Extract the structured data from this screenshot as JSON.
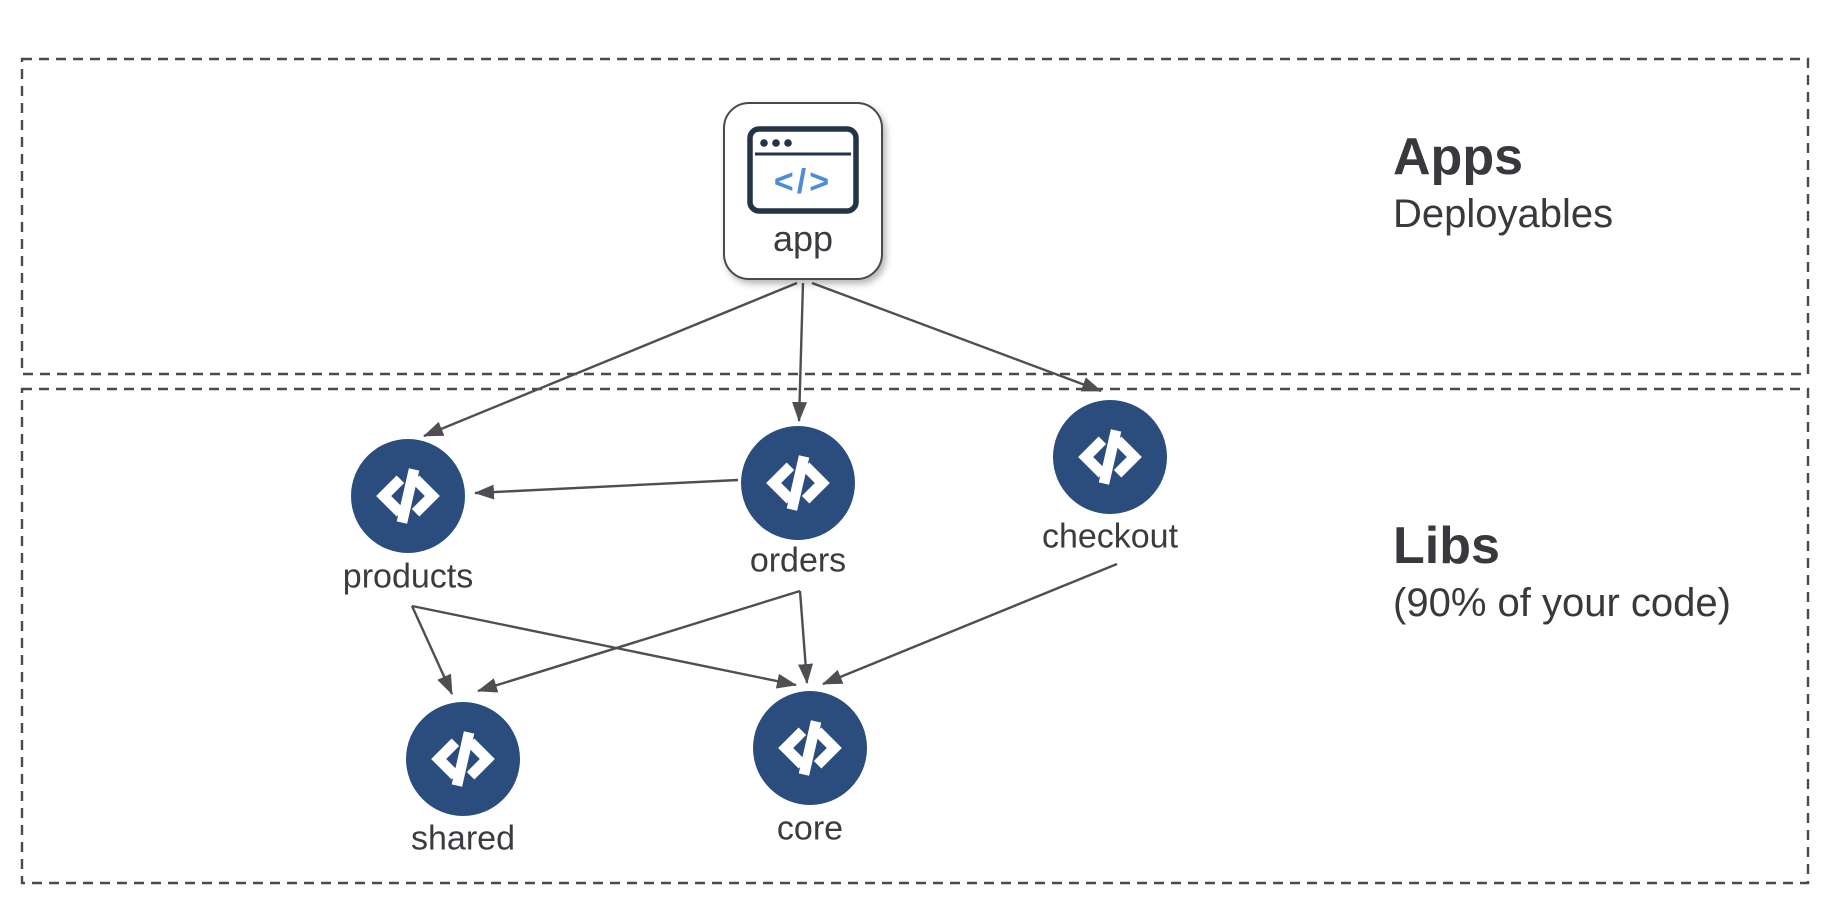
{
  "sections": {
    "apps": {
      "title": "Apps",
      "subtitle": "Deployables"
    },
    "libs": {
      "title": "Libs",
      "subtitle": "(90% of your code)"
    }
  },
  "nodes": {
    "app": {
      "label": "app",
      "type": "application"
    },
    "products": {
      "label": "products",
      "type": "library"
    },
    "orders": {
      "label": "orders",
      "type": "library"
    },
    "checkout": {
      "label": "checkout",
      "type": "library"
    },
    "shared": {
      "label": "shared",
      "type": "library"
    },
    "core": {
      "label": "core",
      "type": "library"
    }
  },
  "edges": [
    {
      "from": "app",
      "to": "products"
    },
    {
      "from": "app",
      "to": "orders"
    },
    {
      "from": "app",
      "to": "checkout"
    },
    {
      "from": "orders",
      "to": "products"
    },
    {
      "from": "products",
      "to": "shared"
    },
    {
      "from": "products",
      "to": "core"
    },
    {
      "from": "orders",
      "to": "shared"
    },
    {
      "from": "orders",
      "to": "core"
    },
    {
      "from": "checkout",
      "to": "core"
    }
  ],
  "icons": {
    "app_icon": "browser-code-icon",
    "lib_icon": "code-circle-icon",
    "code_glyph": "</>"
  },
  "colors": {
    "node_fill": "#2b4d7d",
    "edge": "#4e4e53",
    "dashed_border": "#4a4a4a",
    "app_icon_navy": "#233447",
    "accent_blue": "#4d8dd6",
    "text": "#3b3b40"
  }
}
